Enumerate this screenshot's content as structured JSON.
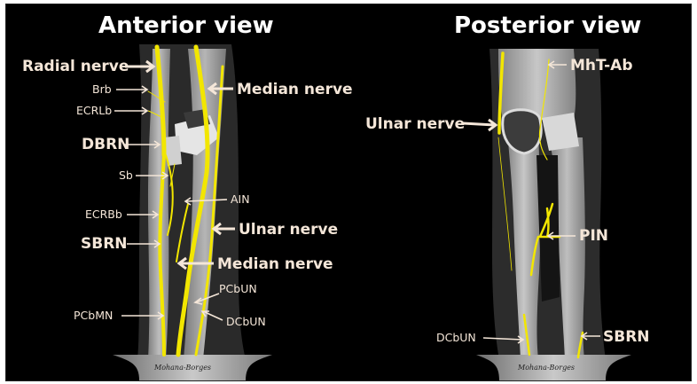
{
  "titles": {
    "anterior": "Anterior view",
    "posterior": "Posterior view"
  },
  "anterior_labels": {
    "radial_nerve": "Radial nerve",
    "brb": "Brb",
    "ecrlb": "ECRLb",
    "dbrn": "DBRN",
    "sb": "Sb",
    "ecrbb": "ECRBb",
    "sbrn": "SBRN",
    "pcbmn": "PCbMN",
    "median_nerve_top": "Median nerve",
    "ain": "AIN",
    "ulnar_nerve": "Ulnar nerve",
    "median_nerve_mid": "Median nerve",
    "pcbun": "PCbUN",
    "dcbun": "DCbUN"
  },
  "posterior_labels": {
    "mht_ab": "MhT-Ab",
    "ulnar_nerve": "Ulnar nerve",
    "pin": "PIN",
    "dcbun": "DCbUN",
    "sbrn": "SBRN"
  },
  "signatures": {
    "anterior": "Mohana-Borges",
    "posterior": "Mohana-Borges"
  },
  "colors": {
    "background": "#000000",
    "nerve": "#f2e600",
    "bone": "#b9b9b9",
    "label": "#f4e6d8"
  }
}
